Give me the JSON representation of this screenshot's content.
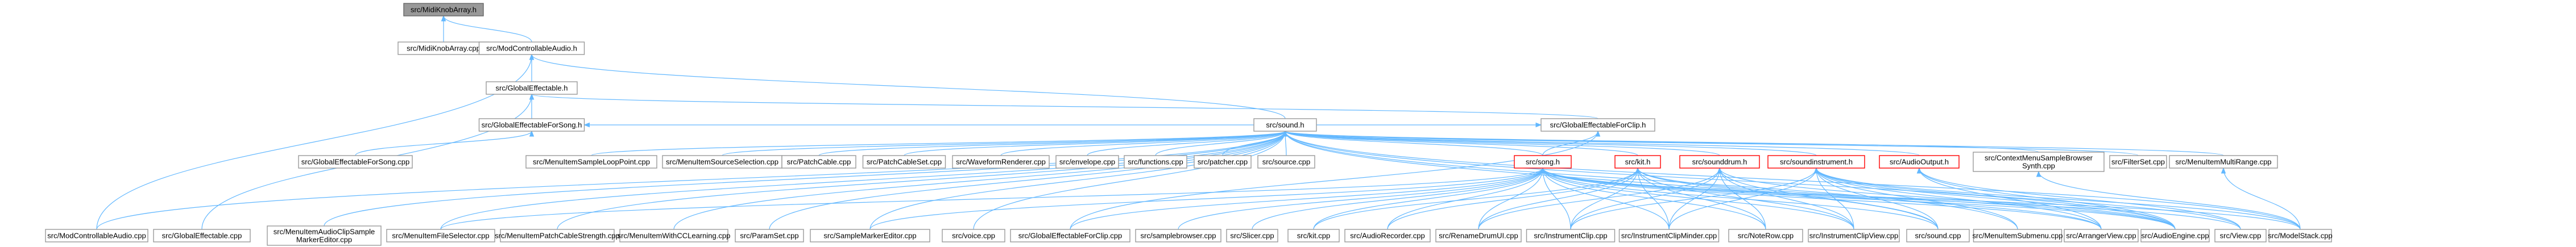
{
  "graph": {
    "colors": {
      "edge": "#63b8ff",
      "node_border": "#999999",
      "missing_doc_border": "#ff0000",
      "root_fill": "#999999"
    },
    "nodes": [
      {
        "id": "n0",
        "label": "src/MidiKnobArray.h",
        "style": "root"
      },
      {
        "id": "n1",
        "label": "src/MidiKnobArray.cpp"
      },
      {
        "id": "n2",
        "label": "src/ModControllableAudio.h"
      },
      {
        "id": "n3",
        "label": "src/GlobalEffectable.h"
      },
      {
        "id": "n4",
        "label": "src/ModControllableAudio.cpp"
      },
      {
        "id": "n5",
        "label": "src/GlobalEffectableForSong.h"
      },
      {
        "id": "n6",
        "label": "src/GlobalEffectable.cpp"
      },
      {
        "id": "n7",
        "label": "src/sound.h"
      },
      {
        "id": "n8",
        "label": "src/GlobalEffectableForClip.h"
      },
      {
        "id": "n9",
        "label": "src/GlobalEffectableForSong.cpp"
      },
      {
        "id": "n10",
        "label": "src/MenuItemSampleLoopPoint.cpp"
      },
      {
        "id": "n11",
        "label": "src/MenuItemSourceSelection.cpp"
      },
      {
        "id": "n12",
        "label": "src/PatchCable.cpp"
      },
      {
        "id": "n13",
        "label": "src/PatchCableSet.cpp"
      },
      {
        "id": "n14",
        "label": "src/WaveformRenderer.cpp"
      },
      {
        "id": "n15",
        "label": "src/envelope.cpp"
      },
      {
        "id": "n16",
        "label": "src/functions.cpp"
      },
      {
        "id": "n17",
        "label": "src/patcher.cpp"
      },
      {
        "id": "n18",
        "label": "src/source.cpp"
      },
      {
        "id": "n19",
        "label": "src/song.h",
        "style": "red"
      },
      {
        "id": "n20",
        "label": "src/kit.h",
        "style": "red"
      },
      {
        "id": "n21",
        "label": "src/sounddrum.h",
        "style": "red"
      },
      {
        "id": "n22",
        "label": "src/soundinstrument.h",
        "style": "red"
      },
      {
        "id": "n23",
        "label": "src/AudioOutput.h",
        "style": "red"
      },
      {
        "id": "n24",
        "label": "src/ContextMenuSampleBrowser\nSynth.cpp"
      },
      {
        "id": "n25",
        "label": "src/FilterSet.cpp"
      },
      {
        "id": "n26",
        "label": "src/MenuItemMultiRange.cpp"
      },
      {
        "id": "n27",
        "label": "src/MenuItemAudioClipSample\nMarkerEditor.cpp"
      },
      {
        "id": "n28",
        "label": "src/MenuItemFileSelector.cpp"
      },
      {
        "id": "n29",
        "label": "src/MenuItemPatchCableStrength.cpp"
      },
      {
        "id": "n30",
        "label": "src/MenuItemWithCCLearning.cpp"
      },
      {
        "id": "n31",
        "label": "src/ParamSet.cpp"
      },
      {
        "id": "n32",
        "label": "src/SampleMarkerEditor.cpp"
      },
      {
        "id": "n33",
        "label": "src/voice.cpp"
      },
      {
        "id": "n34",
        "label": "src/GlobalEffectableForClip.cpp"
      },
      {
        "id": "n35",
        "label": "src/samplebrowser.cpp"
      },
      {
        "id": "n36",
        "label": "src/Slicer.cpp"
      },
      {
        "id": "n37",
        "label": "src/kit.cpp"
      },
      {
        "id": "n38",
        "label": "src/AudioRecorder.cpp"
      },
      {
        "id": "n39",
        "label": "src/RenameDrumUI.cpp"
      },
      {
        "id": "n40",
        "label": "src/InstrumentClip.cpp"
      },
      {
        "id": "n41",
        "label": "src/InstrumentClipMinder.cpp"
      },
      {
        "id": "n42",
        "label": "src/NoteRow.cpp"
      },
      {
        "id": "n43",
        "label": "src/InstrumentClipView.cpp"
      },
      {
        "id": "n44",
        "label": "src/sound.cpp"
      },
      {
        "id": "n45",
        "label": "src/MenuItemSubmenu.cpp"
      },
      {
        "id": "n46",
        "label": "src/ArrangerView.cpp"
      },
      {
        "id": "n47",
        "label": "src/AudioEngine.cpp"
      },
      {
        "id": "n48",
        "label": "src/View.cpp"
      },
      {
        "id": "n49",
        "label": "src/ModelStack.cpp"
      }
    ],
    "edges": [
      [
        "n0",
        "n1"
      ],
      [
        "n0",
        "n2"
      ],
      [
        "n2",
        "n3"
      ],
      [
        "n2",
        "n4"
      ],
      [
        "n2",
        "n7"
      ],
      [
        "n3",
        "n5"
      ],
      [
        "n3",
        "n6"
      ],
      [
        "n3",
        "n8"
      ],
      [
        "n5",
        "n7"
      ],
      [
        "n5",
        "n9"
      ],
      [
        "n8",
        "n7"
      ],
      [
        "n8",
        "n34"
      ],
      [
        "n8",
        "n19"
      ],
      [
        "n7",
        "n10"
      ],
      [
        "n7",
        "n11"
      ],
      [
        "n7",
        "n12"
      ],
      [
        "n7",
        "n13"
      ],
      [
        "n7",
        "n14"
      ],
      [
        "n7",
        "n15"
      ],
      [
        "n7",
        "n16"
      ],
      [
        "n7",
        "n17"
      ],
      [
        "n7",
        "n18"
      ],
      [
        "n7",
        "n19"
      ],
      [
        "n7",
        "n20"
      ],
      [
        "n7",
        "n21"
      ],
      [
        "n7",
        "n22"
      ],
      [
        "n7",
        "n23"
      ],
      [
        "n7",
        "n24"
      ],
      [
        "n7",
        "n25"
      ],
      [
        "n7",
        "n26"
      ],
      [
        "n7",
        "n4"
      ],
      [
        "n7",
        "n27"
      ],
      [
        "n7",
        "n28"
      ],
      [
        "n7",
        "n29"
      ],
      [
        "n7",
        "n30"
      ],
      [
        "n7",
        "n31"
      ],
      [
        "n7",
        "n32"
      ],
      [
        "n7",
        "n33"
      ],
      [
        "n7",
        "n44"
      ],
      [
        "n7",
        "n45"
      ],
      [
        "n7",
        "n47"
      ],
      [
        "n7",
        "n49"
      ],
      [
        "n19",
        "n28"
      ],
      [
        "n19",
        "n32"
      ],
      [
        "n19",
        "n34"
      ],
      [
        "n19",
        "n35"
      ],
      [
        "n19",
        "n36"
      ],
      [
        "n19",
        "n37"
      ],
      [
        "n19",
        "n38"
      ],
      [
        "n19",
        "n39"
      ],
      [
        "n19",
        "n40"
      ],
      [
        "n19",
        "n41"
      ],
      [
        "n19",
        "n42"
      ],
      [
        "n19",
        "n43"
      ],
      [
        "n19",
        "n44"
      ],
      [
        "n19",
        "n46"
      ],
      [
        "n19",
        "n47"
      ],
      [
        "n19",
        "n48"
      ],
      [
        "n19",
        "n49"
      ],
      [
        "n20",
        "n37"
      ],
      [
        "n20",
        "n38"
      ],
      [
        "n20",
        "n39"
      ],
      [
        "n20",
        "n40"
      ],
      [
        "n20",
        "n41"
      ],
      [
        "n20",
        "n42"
      ],
      [
        "n20",
        "n43"
      ],
      [
        "n20",
        "n46"
      ],
      [
        "n20",
        "n47"
      ],
      [
        "n21",
        "n39"
      ],
      [
        "n21",
        "n40"
      ],
      [
        "n21",
        "n41"
      ],
      [
        "n21",
        "n42"
      ],
      [
        "n21",
        "n43"
      ],
      [
        "n21",
        "n44"
      ],
      [
        "n21",
        "n47"
      ],
      [
        "n22",
        "n40"
      ],
      [
        "n22",
        "n41"
      ],
      [
        "n22",
        "n43"
      ],
      [
        "n22",
        "n44"
      ],
      [
        "n22",
        "n45"
      ],
      [
        "n22",
        "n46"
      ],
      [
        "n22",
        "n47"
      ],
      [
        "n22",
        "n48"
      ],
      [
        "n22",
        "n49"
      ],
      [
        "n23",
        "n46"
      ],
      [
        "n23",
        "n47"
      ],
      [
        "n23",
        "n48"
      ],
      [
        "n24",
        "n49"
      ],
      [
        "n26",
        "n49"
      ]
    ]
  }
}
